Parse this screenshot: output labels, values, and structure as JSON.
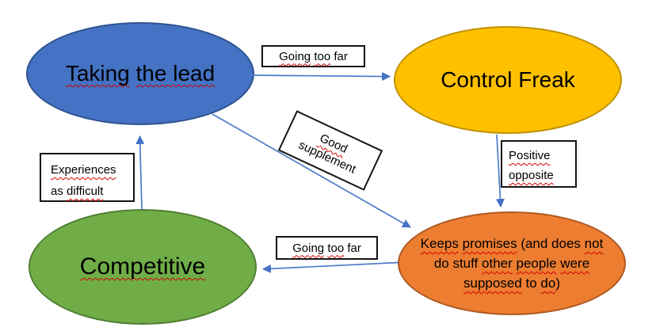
{
  "diagram": {
    "background": "#FFFFFF",
    "arrow_color": "#4472C4",
    "spellcheck_color": "#D00000",
    "label_box": {
      "background": "#FFFFFF",
      "border": "#141414"
    },
    "nodes": {
      "blue": {
        "id": "taking-the-lead",
        "fill": "#4472C4",
        "stroke": "#2F528F",
        "w1": "Taking",
        "w2": "the lead"
      },
      "yellow": {
        "id": "control-freak",
        "fill": "#FFC000",
        "stroke": "#BF9000",
        "label": "Control Freak"
      },
      "green": {
        "id": "competitive",
        "fill": "#70AD47",
        "stroke": "#507E32",
        "label": "Competitive"
      },
      "orange": {
        "id": "keeps-promises",
        "fill": "#ED7D31",
        "stroke": "#AE5A21",
        "l1w1": "Keeps",
        "l1w2": "promises",
        "l1w3": "(and does",
        "l1w4": "not",
        "l2w1": "do stuff",
        "l2w2": "other",
        "l2w3": "people",
        "l2w4": "were",
        "l3w1": "supposed",
        "l3w2": "to",
        "l3w3": "do",
        "l3paren": ")"
      }
    },
    "labels": {
      "going_top": {
        "w1": "Going",
        "w2": "too",
        "w3": "far"
      },
      "good": {
        "w1": "Good",
        "w2": "supplement"
      },
      "positive": {
        "l1": "Positive",
        "l2": "opposite"
      },
      "experiences": {
        "l1": "Experiences",
        "l2a": "as",
        "l2b": "difficult"
      },
      "going_bottom": {
        "w1": "Going",
        "w2": "too",
        "w3": "far"
      }
    },
    "edges": [
      {
        "from": "taking-the-lead",
        "to": "control-freak",
        "label": "Going too far"
      },
      {
        "from": "taking-the-lead",
        "to": "keeps-promises",
        "label": "Good supplement"
      },
      {
        "from": "control-freak",
        "to": "keeps-promises",
        "label": "Positive opposite"
      },
      {
        "from": "competitive",
        "to": "taking-the-lead",
        "label": "Experiences as difficult"
      },
      {
        "from": "keeps-promises",
        "to": "competitive",
        "label": "Going too far"
      }
    ]
  }
}
